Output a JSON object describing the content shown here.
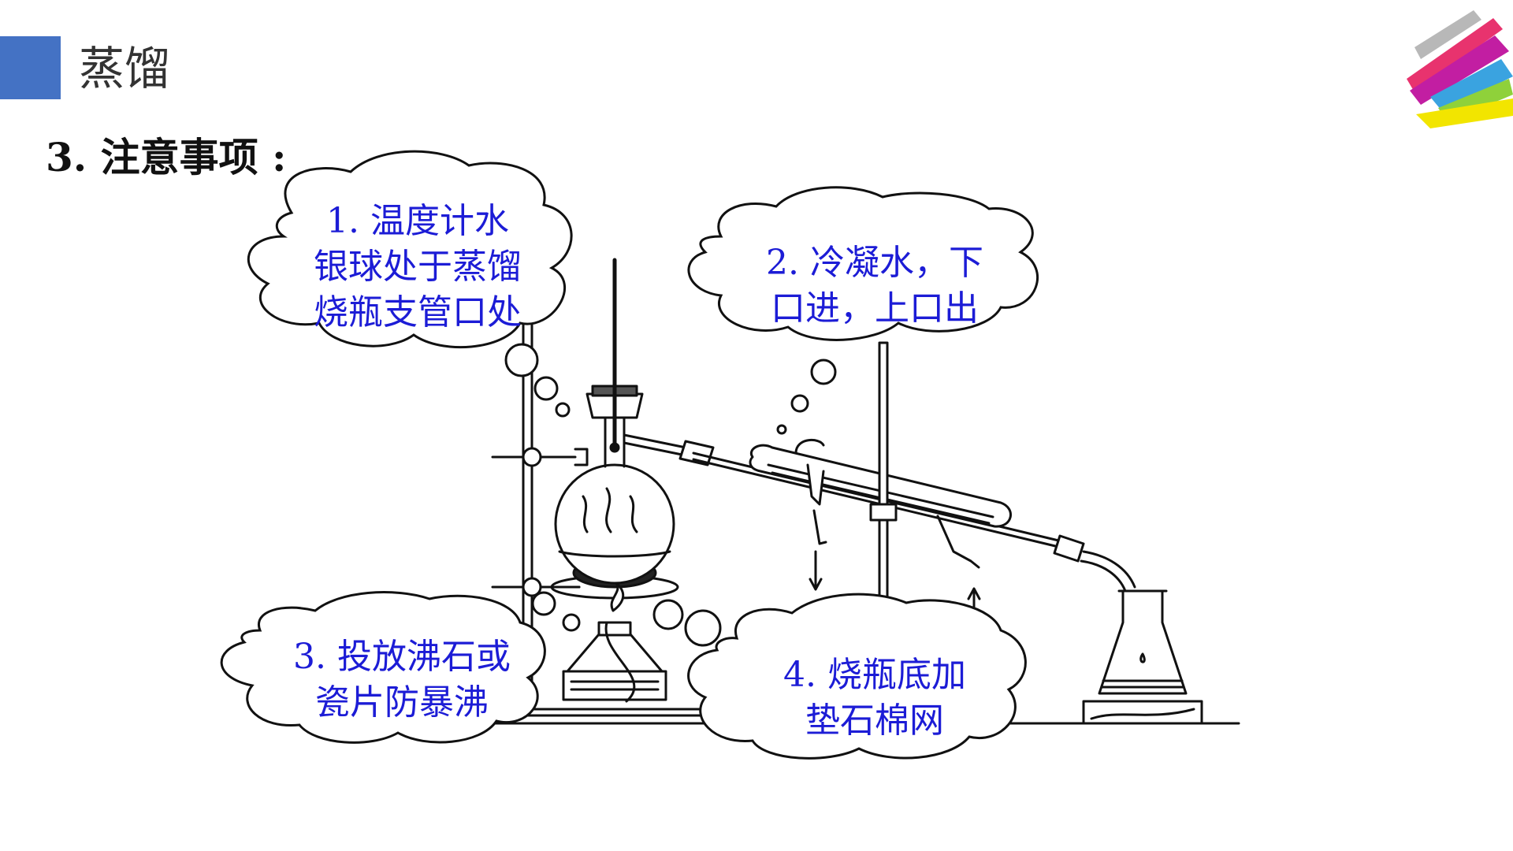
{
  "header": {
    "title": "蒸馏",
    "accent_color": "#4472c4"
  },
  "section": {
    "heading": "3. 注意事项 :"
  },
  "notes": [
    {
      "lines": [
        "1. 温度计水",
        "银球处于蒸馏",
        "烧瓶支管口处"
      ]
    },
    {
      "lines": [
        "2. 冷凝水，下",
        "口进，上口出"
      ]
    },
    {
      "lines": [
        "3. 投放沸石或",
        "瓷片防暴沸"
      ]
    },
    {
      "lines": [
        "4. 烧瓶底加",
        "垫石棉网"
      ]
    }
  ],
  "colors": {
    "note_text": "#1c1cd6",
    "line": "#111111"
  },
  "icons": [
    "logo-stripes-icon",
    "distillation-apparatus-icon"
  ]
}
